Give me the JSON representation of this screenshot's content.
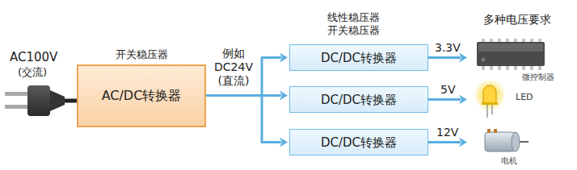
{
  "diagram": {
    "nodes": [
      {
        "text": [
          "开关稳压器",
          "AC/DC转换器"
        ]
      },
      {
        "text": [
          "DC/DC转换器"
        ]
      },
      {
        "text": [
          "DC/DC转换器"
        ]
      },
      {
        "text": [
          "DC/DC转换器"
        ]
      },
      {
        "text": [
          "微控制器"
        ]
      },
      {
        "text": [
          "LED"
        ]
      },
      {
        "text": [
          "电机"
        ]
      }
    ],
    "edges": [
      {
        "from": 0,
        "to": 1,
        "arrow": "to"
      },
      {
        "from": 0,
        "to": 2,
        "arrow": "to"
      },
      {
        "from": 0,
        "to": 3,
        "arrow": "to"
      },
      {
        "from": 1,
        "to": 4,
        "label": "3.3V",
        "arrow": "to"
      },
      {
        "from": 2,
        "to": 5,
        "label": "5V",
        "arrow": "to"
      },
      {
        "from": 3,
        "to": 6,
        "label": "12V",
        "arrow": "to"
      }
    ],
    "labels": [
      "AC100V",
      "(交流)",
      "例如 DC24V (直流)",
      "线性稳压器 开关稳压器",
      "多种电压要求"
    ]
  }
}
